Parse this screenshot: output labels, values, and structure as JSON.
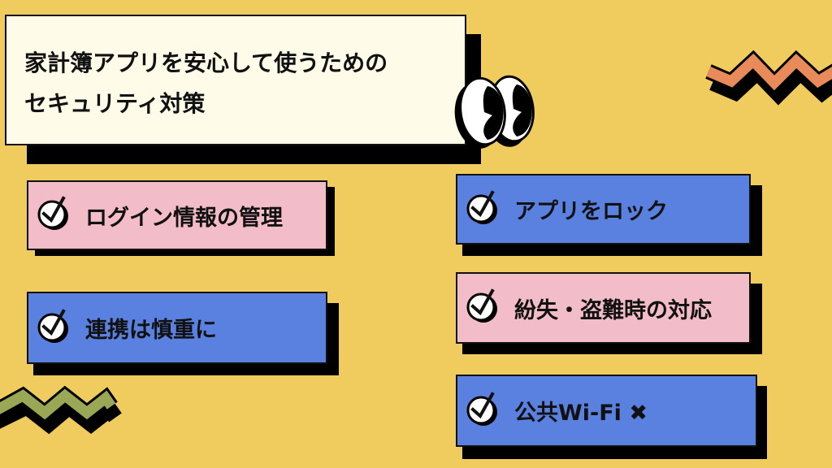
{
  "title": {
    "line1": "家計簿アプリを安心して使うための",
    "line2": "セキュリティ対策"
  },
  "items": [
    {
      "label": "ログイン情報の管理",
      "color": "#f2bcc8",
      "icon": "check-circle-icon"
    },
    {
      "label": "連携は慎重に",
      "color": "#5a80e0",
      "icon": "check-circle-icon"
    },
    {
      "label": "アプリをロック",
      "color": "#5a80e0",
      "icon": "check-circle-icon"
    },
    {
      "label": "紛失・盗難時の対応",
      "color": "#f2bcc8",
      "icon": "check-circle-icon"
    },
    {
      "label": "公共Wi-Fi ✖",
      "color": "#5a80e0",
      "icon": "check-circle-icon"
    }
  ],
  "decorations": {
    "eyes": "cartoon-eyes-icon",
    "zigzag_top_right_color": "#e88a5a",
    "zigzag_bottom_left_color": "#9aa855"
  },
  "colors": {
    "background": "#f0cb5e",
    "title_box": "#fefbe9",
    "pink": "#f2bcc8",
    "blue": "#5a80e0",
    "shadow": "#000000"
  }
}
